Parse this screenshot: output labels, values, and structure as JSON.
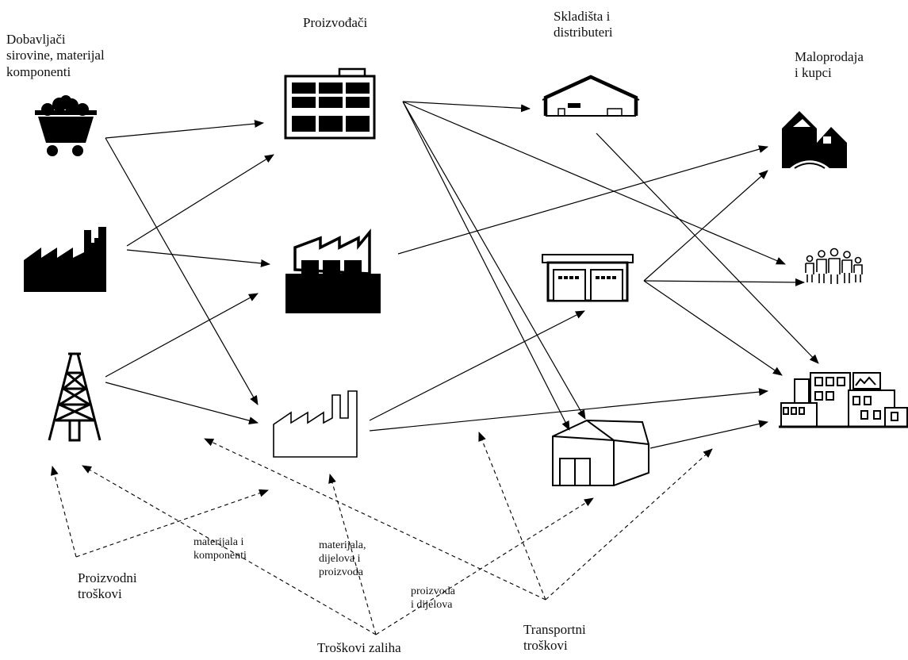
{
  "columns": {
    "suppliers": "Dobavljači\nsirovine, materijal\nkomponenti",
    "producers": "Proizvođači",
    "warehouses": "Skladišta i\ndistributeri",
    "retail": "Maloprodaja\ni kupci"
  },
  "costs": {
    "production": "Proizvodni\ntroškovi",
    "inventory": "Troškovi zaliha",
    "transport": "Transportni\ntroškovi"
  },
  "notes": {
    "materials_components": "materijala i\nkomponenti",
    "materials_parts_products": "materijala,\ndijelova i\nproizvoda",
    "products_parts": "proizvoda\ni dijelova"
  },
  "icons": {
    "supplier_1": "coal-cart-icon",
    "supplier_2": "factory-silhouette-icon",
    "supplier_3": "oil-derrick-icon",
    "producer_1": "office-building-icon",
    "producer_2": "factory-icon",
    "producer_3": "factory-outline-icon",
    "warehouse_1": "warehouse-icon",
    "warehouse_2": "garage-icon",
    "warehouse_3": "storage-building-icon",
    "retail_1": "houses-icon",
    "retail_2": "people-icon",
    "retail_3": "store-buildings-icon"
  },
  "colors": {
    "ink": "#000000",
    "background": "#ffffff"
  }
}
